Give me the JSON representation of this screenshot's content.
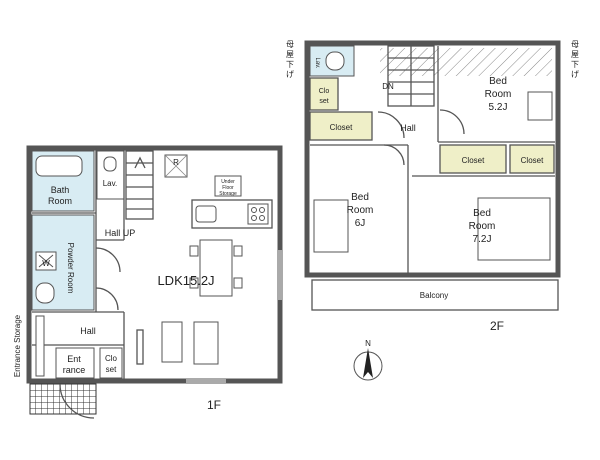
{
  "floor1": {
    "title": "1F",
    "rooms": {
      "bath": [
        "Bath",
        "Room"
      ],
      "lav": "Lav.",
      "hall_up": "Hall UP",
      "powder": "Powder Room",
      "wc": "W",
      "ldk": "LDK15.2J",
      "under_floor_storage": [
        "Under",
        "Floor",
        "Storage"
      ],
      "refrigerator_mark": "R",
      "hall": "Hall",
      "entrance": [
        "Ent",
        "rance"
      ],
      "closet": [
        "Clo",
        "set"
      ],
      "entrance_storage": "Entrance Storage"
    }
  },
  "floor2": {
    "title": "2F",
    "rooms": {
      "bed_a": [
        "Bed",
        "Room",
        "5.2J"
      ],
      "bed_b": [
        "Bed",
        "Room",
        "6J"
      ],
      "bed_c": [
        "Bed",
        "Room",
        "7.2J"
      ],
      "hall": "Hall",
      "dn": "DN",
      "closet_hall": "Closet",
      "closet_mid": "Closet",
      "closet_right": "Closet",
      "closet_small": [
        "Clo",
        "set"
      ],
      "wc": "Lav.",
      "balcony": "Balcony"
    },
    "ceiling_left": [
      "母",
      "屋",
      "下",
      "げ"
    ],
    "ceiling_right": [
      "母",
      "屋",
      "下",
      "げ"
    ]
  },
  "compass": "N"
}
